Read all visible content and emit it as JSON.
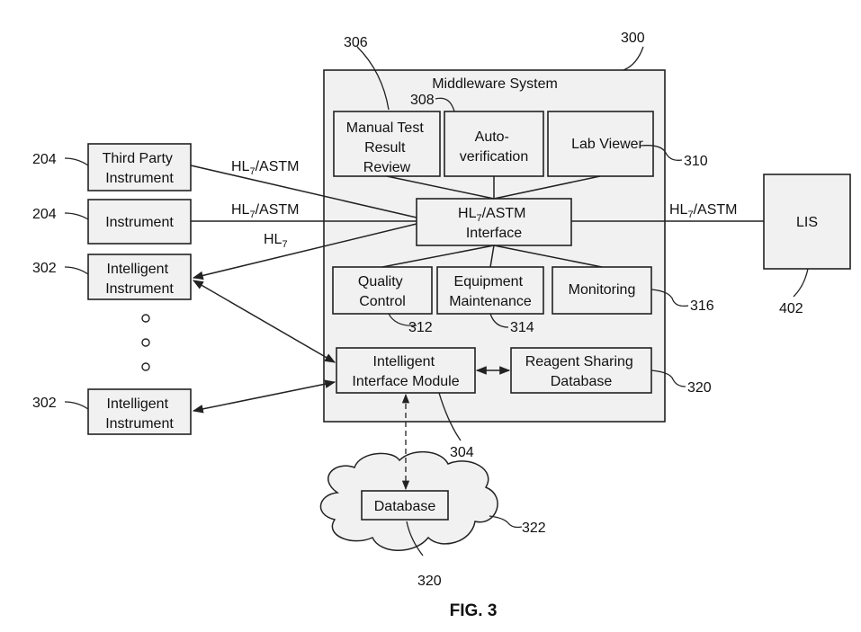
{
  "figure_label": "FIG. 3",
  "middleware": {
    "title": "Middleware System",
    "ref": "300",
    "modules": {
      "manual_test": {
        "lines": [
          "Manual Test",
          "Result",
          "Review"
        ],
        "ref": "306"
      },
      "auto_verification": {
        "lines": [
          "Auto-",
          "verification"
        ],
        "ref": "308"
      },
      "lab_viewer": {
        "lines": [
          "Lab Viewer"
        ],
        "ref": "310"
      },
      "interface": {
        "lines": [
          "HL7/ASTM",
          "Interface"
        ]
      },
      "quality_control": {
        "lines": [
          "Quality",
          "Control"
        ],
        "ref": "312"
      },
      "equipment_maintenance": {
        "lines": [
          "Equipment",
          "Maintenance"
        ],
        "ref": "314"
      },
      "monitoring": {
        "lines": [
          "Monitoring"
        ],
        "ref": "316"
      },
      "intelligent_interface": {
        "lines": [
          "Intelligent",
          "Interface Module"
        ],
        "ref": "304"
      },
      "reagent_sharing": {
        "lines": [
          "Reagent Sharing",
          "Database"
        ],
        "ref": "320"
      }
    }
  },
  "instruments": [
    {
      "lines": [
        "Third Party",
        "Instrument"
      ],
      "ref": "204"
    },
    {
      "lines": [
        "Instrument"
      ],
      "ref": "204"
    },
    {
      "lines": [
        "Intelligent",
        "Instrument"
      ],
      "ref": "302"
    },
    {
      "lines": [
        "Intelligent",
        "Instrument"
      ],
      "ref": "302"
    }
  ],
  "lis": {
    "label": "LIS",
    "ref": "402"
  },
  "database": {
    "label": "Database",
    "ref": "320",
    "cloud_ref": "322"
  },
  "connection_labels": {
    "third_party": "HL7/ASTM",
    "instrument": "HL7/ASTM",
    "intelligent": "HL7",
    "lis": "HL7/ASTM"
  },
  "ellipsis": "o o o"
}
